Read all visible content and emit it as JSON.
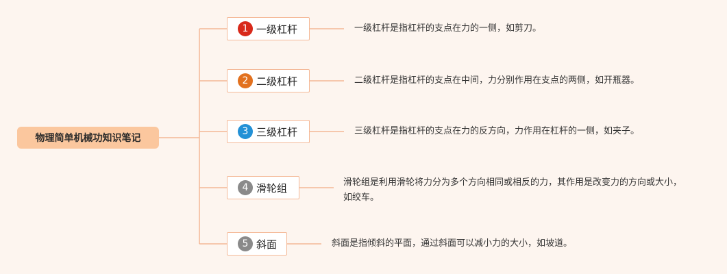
{
  "root": {
    "title": "物理简单机械功知识笔记"
  },
  "branches": [
    {
      "number": "1",
      "label": "一级杠杆",
      "badge_color": "#d8291a",
      "description": "一级杠杆是指杠杆的支点在力的一侧，如剪刀。"
    },
    {
      "number": "2",
      "label": "二级杠杆",
      "badge_color": "#e2711f",
      "description": "二级杠杆是指杠杆的支点在中间，力分别作用在支点的两侧，如开瓶器。"
    },
    {
      "number": "3",
      "label": "三级杠杆",
      "badge_color": "#2391d6",
      "description": "三级杠杆是指杠杆的支点在力的反方向，力作用在杠杆的一侧，如夹子。"
    },
    {
      "number": "4",
      "label": "滑轮组",
      "badge_color": "#8a8a8a",
      "description": "滑轮组是利用滑轮将力分为多个方向相同或相反的力，其作用是改变力的方向或大小，如绞车。"
    },
    {
      "number": "5",
      "label": "斜面",
      "badge_color": "#8a8a8a",
      "description": "斜面是指倾斜的平面，通过斜面可以减小力的大小，如坡道。"
    }
  ],
  "colors": {
    "connector": "#f4b896",
    "root_fill": "#fbc79e",
    "background": "#fdf5ef"
  }
}
